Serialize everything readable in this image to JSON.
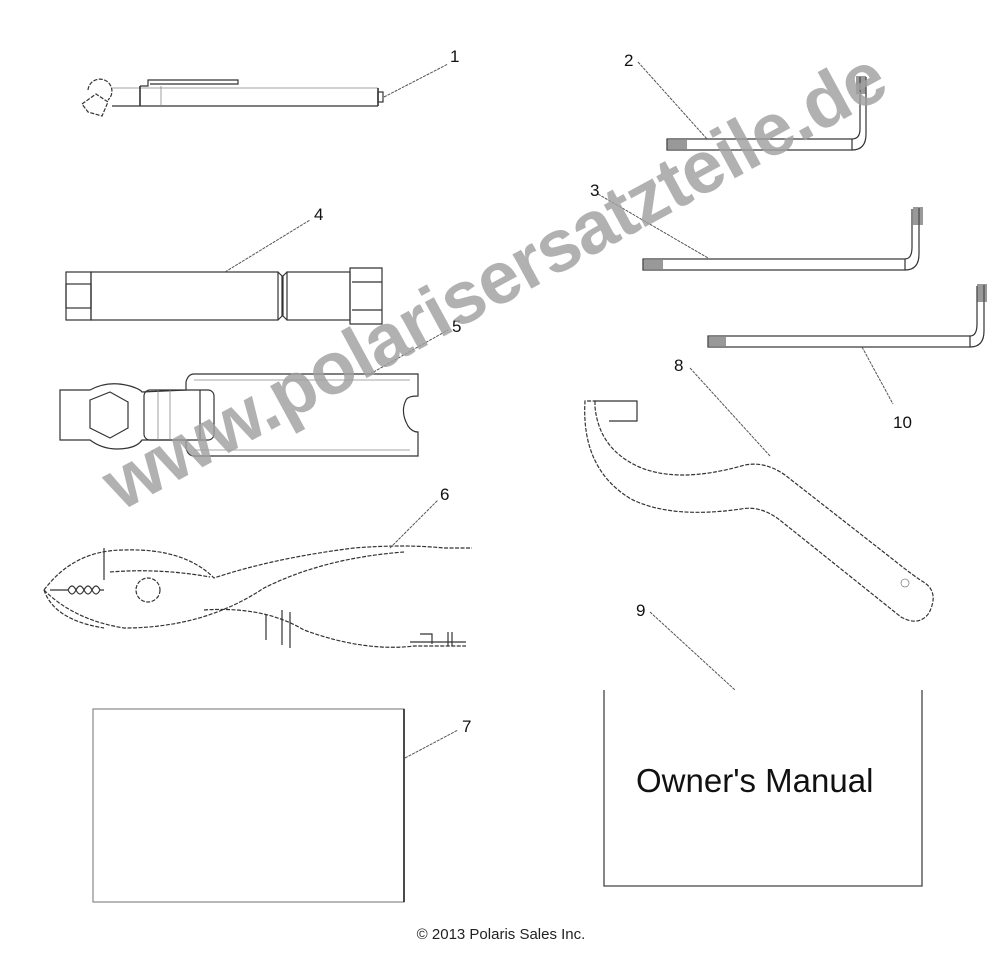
{
  "diagram": {
    "title": "Tool kit parts diagram",
    "callouts": [
      {
        "id": "1",
        "label": "1",
        "part": "Screwdriver / spark plug handle"
      },
      {
        "id": "2",
        "label": "2",
        "part": "Torx L-wrench (short)"
      },
      {
        "id": "3",
        "label": "3",
        "part": "Torx L-wrench (medium)"
      },
      {
        "id": "4",
        "label": "4",
        "part": "Spark plug socket"
      },
      {
        "id": "5",
        "label": "5",
        "part": "Combination wrench"
      },
      {
        "id": "6",
        "label": "6",
        "part": "Slip-joint pliers"
      },
      {
        "id": "7",
        "label": "7",
        "part": "Tool pouch"
      },
      {
        "id": "8",
        "label": "8",
        "part": "Spanner wrench"
      },
      {
        "id": "9",
        "label": "9",
        "part": "Owner's Manual"
      },
      {
        "id": "10",
        "label": "10",
        "part": "Torx L-wrench (long)"
      }
    ],
    "manual_text": "Owner's Manual",
    "copyright": "© 2013 Polaris Sales Inc.",
    "watermark": "www.polarisersatzteile.de",
    "colors": {
      "line": "#333333",
      "watermark": "#a0a0a0",
      "background": "#ffffff"
    }
  }
}
